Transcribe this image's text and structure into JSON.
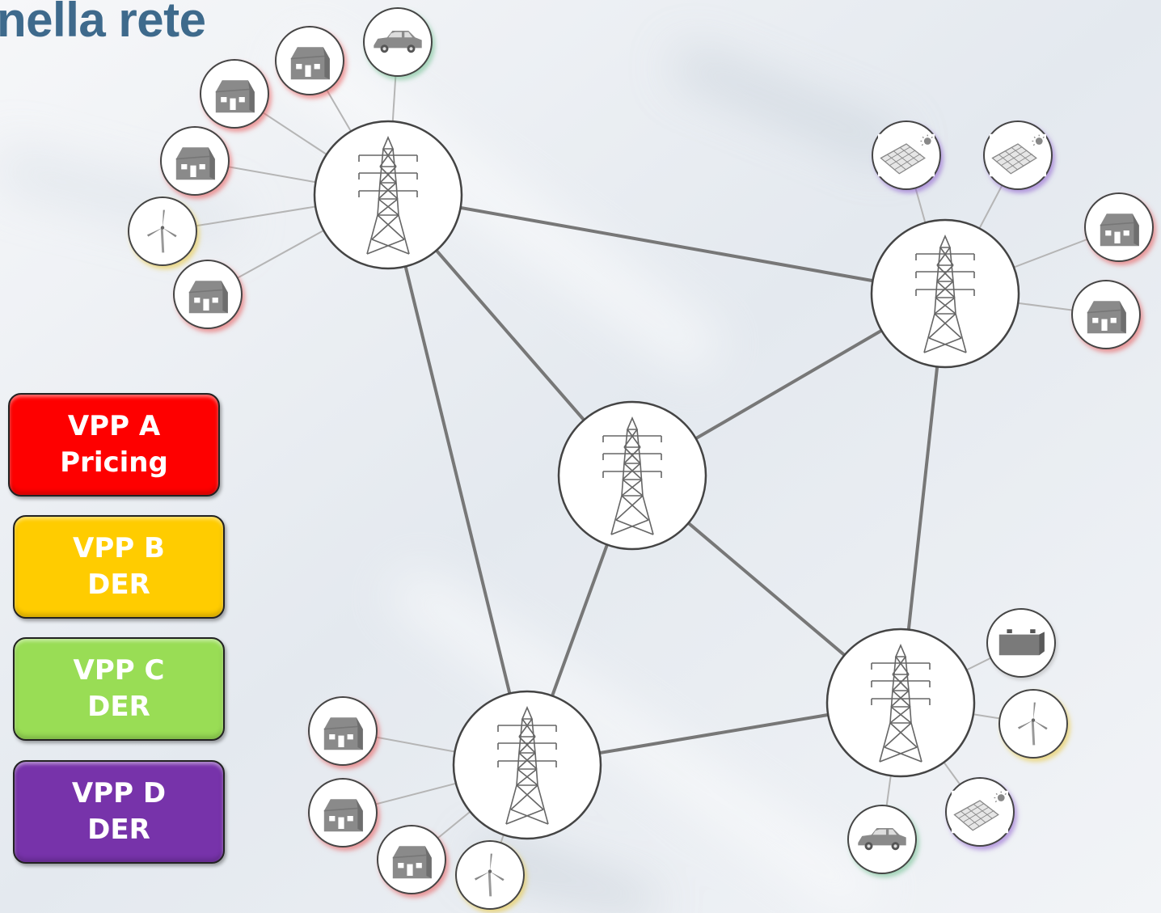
{
  "title": "nella rete",
  "legend": [
    {
      "line1": "VPP A",
      "line2": "Pricing",
      "color": "#fe0000"
    },
    {
      "line1": "VPP B",
      "line2": "DER",
      "color": "#ffcc00"
    },
    {
      "line1": "VPP C",
      "line2": "DER",
      "color": "#99dd55"
    },
    {
      "line1": "VPP D",
      "line2": "DER",
      "color": "#7733aa"
    }
  ],
  "colors": {
    "vpp_a": "#e85050",
    "vpp_b": "#e8c840",
    "vpp_c": "#66bb88",
    "vpp_d": "#8855cc",
    "line": "#777777",
    "icon": "#888888"
  },
  "hubs": [
    {
      "id": "hub-1",
      "icon": "transmission-tower-icon"
    },
    {
      "id": "hub-2",
      "icon": "transmission-tower-icon"
    },
    {
      "id": "hub-3",
      "icon": "transmission-tower-icon"
    },
    {
      "id": "hub-4",
      "icon": "transmission-tower-icon"
    },
    {
      "id": "hub-5",
      "icon": "transmission-tower-icon"
    }
  ],
  "grid_links": [
    [
      "hub-1",
      "hub-2"
    ],
    [
      "hub-1",
      "hub-3"
    ],
    [
      "hub-1",
      "hub-5"
    ],
    [
      "hub-2",
      "hub-3"
    ],
    [
      "hub-2",
      "hub-4"
    ],
    [
      "hub-3",
      "hub-4"
    ],
    [
      "hub-3",
      "hub-5"
    ],
    [
      "hub-4",
      "hub-5"
    ]
  ],
  "nodes": [
    {
      "hub": "hub-1",
      "type": "car-icon",
      "vpp": "vpp_c"
    },
    {
      "hub": "hub-1",
      "type": "house-icon",
      "vpp": "vpp_a"
    },
    {
      "hub": "hub-1",
      "type": "house-icon",
      "vpp": "vpp_a"
    },
    {
      "hub": "hub-1",
      "type": "house-icon",
      "vpp": "vpp_a"
    },
    {
      "hub": "hub-1",
      "type": "wind-turbine-icon",
      "vpp": "vpp_b"
    },
    {
      "hub": "hub-1",
      "type": "house-icon",
      "vpp": "vpp_a"
    },
    {
      "hub": "hub-2",
      "type": "solar-panel-icon",
      "vpp": "vpp_d"
    },
    {
      "hub": "hub-2",
      "type": "solar-panel-icon",
      "vpp": "vpp_d"
    },
    {
      "hub": "hub-2",
      "type": "house-icon",
      "vpp": "vpp_a"
    },
    {
      "hub": "hub-2",
      "type": "house-icon",
      "vpp": "vpp_a"
    },
    {
      "hub": "hub-4",
      "type": "battery-icon",
      "vpp": "none"
    },
    {
      "hub": "hub-4",
      "type": "wind-turbine-icon",
      "vpp": "vpp_b"
    },
    {
      "hub": "hub-4",
      "type": "solar-panel-icon",
      "vpp": "vpp_d"
    },
    {
      "hub": "hub-4",
      "type": "car-icon",
      "vpp": "vpp_c"
    },
    {
      "hub": "hub-5",
      "type": "house-icon",
      "vpp": "vpp_a"
    },
    {
      "hub": "hub-5",
      "type": "house-icon",
      "vpp": "vpp_a"
    },
    {
      "hub": "hub-5",
      "type": "house-icon",
      "vpp": "vpp_a"
    },
    {
      "hub": "hub-5",
      "type": "wind-turbine-icon",
      "vpp": "vpp_b"
    }
  ]
}
